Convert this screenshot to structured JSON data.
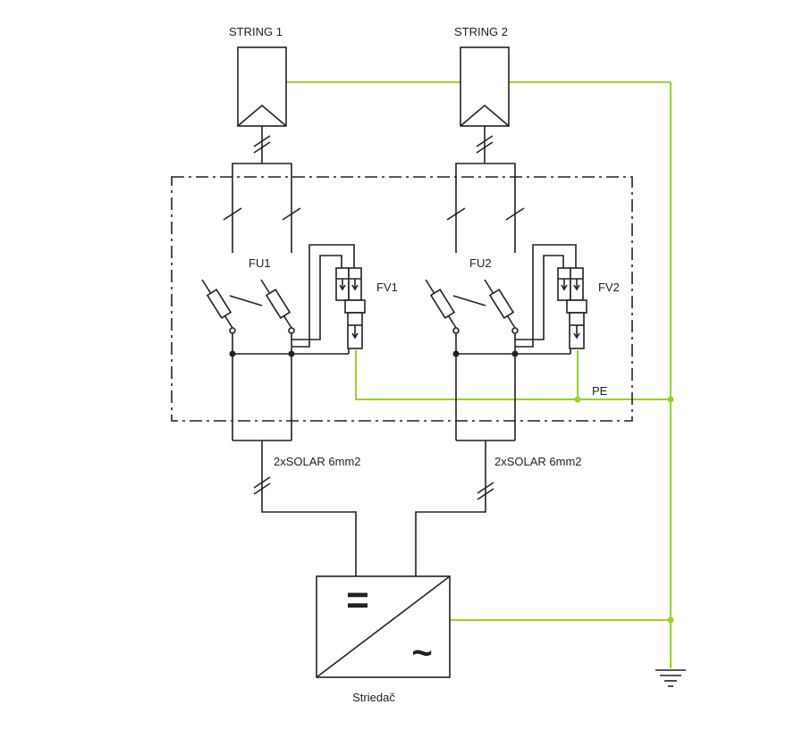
{
  "strings": [
    {
      "label": "STRING 1"
    },
    {
      "label": "STRING 2"
    }
  ],
  "fuses": [
    {
      "label": "FU1"
    },
    {
      "label": "FU2"
    }
  ],
  "surge_protectors": [
    {
      "label": "FV1"
    },
    {
      "label": "FV2"
    }
  ],
  "cables": [
    {
      "label": "2xSOLAR 6mm2"
    },
    {
      "label": "2xSOLAR 6mm2"
    }
  ],
  "pe_label": "PE",
  "inverter": {
    "label": "Striedač",
    "dc_symbol": "=",
    "ac_symbol": "~"
  },
  "colors": {
    "wire": "#222222",
    "pe_wire": "#9cd12d",
    "background": "#ffffff"
  }
}
